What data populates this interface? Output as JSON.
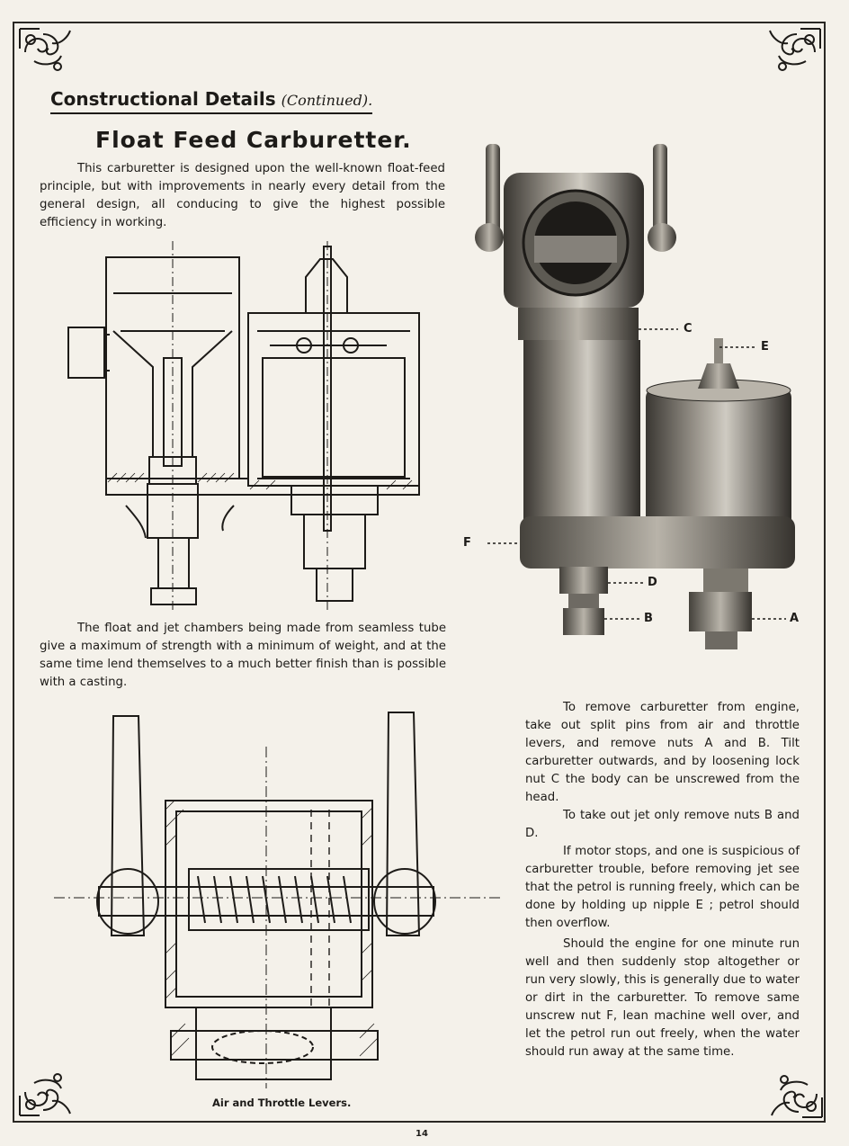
{
  "header": {
    "section_title": "Constructional Details",
    "continued": "(Continued)."
  },
  "article": {
    "title": "Float Feed Carburetter.",
    "intro": "This carburetter is designed upon the well-known float-feed principle, but with improvements in nearly every detail from the general design, all conducing to give the highest possible efficiency in working.",
    "float_para": "The float and jet chambers being made from seamless tube give a maximum of strength with a minimum of weight, and at the same time lend themselves to a much better finish than is possible with a casting.",
    "remove_para": "To remove carburetter from engine, take out split pins from air and throttle levers, and remove nuts A and B.  Tilt carburetter outwards, and by loosening lock nut C the body can be unscrewed from the head.",
    "jet_para": "To take out jet only remove nuts B and D.",
    "stops_para": "If motor stops, and one is suspicious of carburetter trouble, before removing jet see that the petrol is running freely, which can be done by holding up nipple E ;  petrol should then overflow.",
    "water_para": "Should the engine for one minute run well and then suddenly stop altogether or run very slowly, this is generally due to water or dirt in the carburetter. To remove same unscrew nut F, lean machine well over, and let the petrol run out freely, when the water should run away at the same time."
  },
  "photo_labels": {
    "c": "C",
    "e": "E",
    "f": "F",
    "d": "D",
    "b": "B",
    "a": "A"
  },
  "levers_caption": "Air and Throttle Levers.",
  "page_number": "14",
  "icons": [
    "corner-ornament-icon"
  ]
}
